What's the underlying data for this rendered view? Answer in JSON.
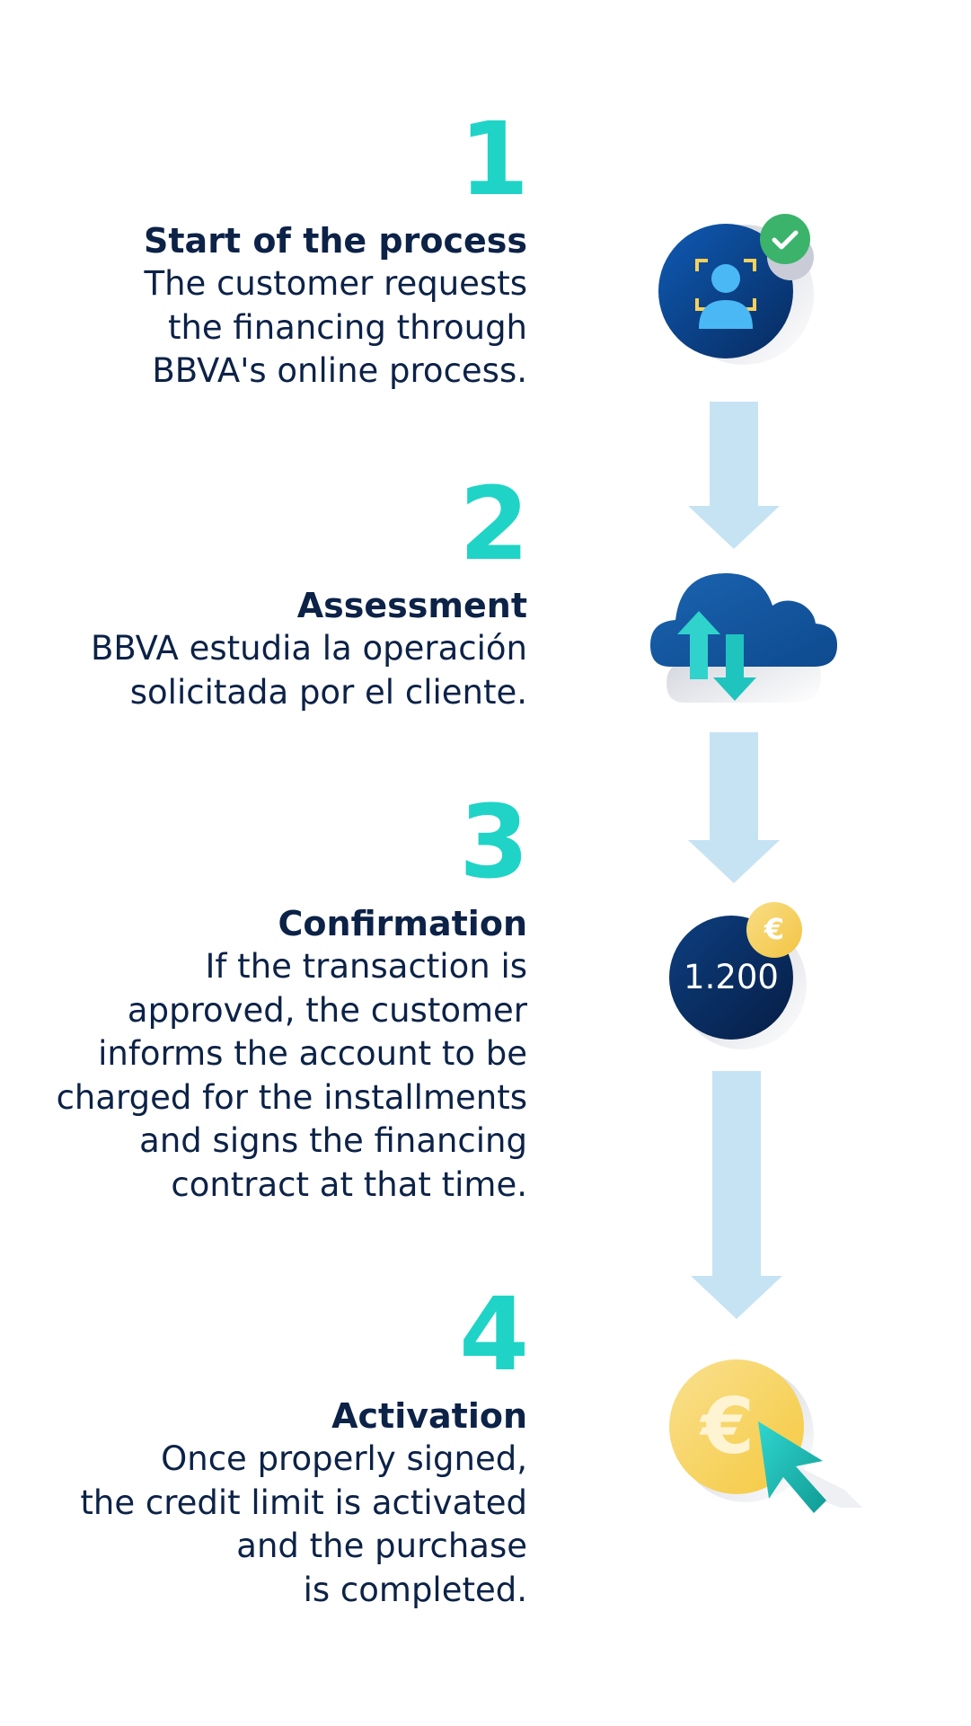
{
  "steps": [
    {
      "number": "1",
      "title": "Start of the process",
      "description_lines": [
        "The customer requests",
        "the financing through",
        "BBVA's online process."
      ],
      "icon": "verified-user-icon"
    },
    {
      "number": "2",
      "title": "Assessment",
      "description_lines": [
        "BBVA estudia la operación",
        "solicitada por el cliente."
      ],
      "icon": "cloud-transfer-icon"
    },
    {
      "number": "3",
      "title": "Confirmation",
      "description_lines": [
        "If the transaction is",
        "approved, the customer",
        "informs the account to be",
        "charged for the installments",
        "and signs the financing",
        "contract at that time."
      ],
      "icon": "amount-euro-icon",
      "icon_text": "1.200",
      "icon_badge": "€"
    },
    {
      "number": "4",
      "title": "Activation",
      "description_lines": [
        "Once properly signed,",
        "the credit limit is activated",
        "and the purchase",
        "is completed."
      ],
      "icon": "euro-coin-click-icon",
      "icon_text": "€"
    }
  ],
  "colors": {
    "number_accent": "#1fd4c6",
    "text_dark": "#0c2247",
    "arrow": "#c6e3f3",
    "icon_navy": "#0b3b7e",
    "check_green": "#3bb36b",
    "coin_yellow": "#f7d15a"
  }
}
